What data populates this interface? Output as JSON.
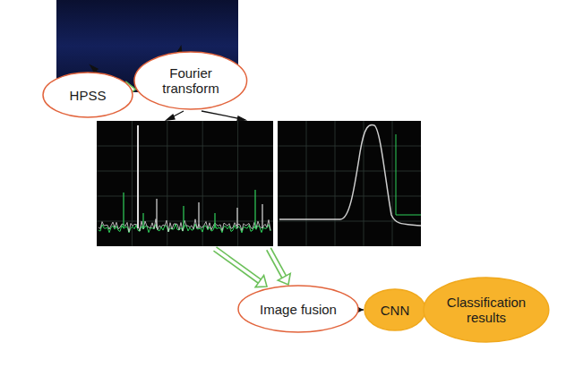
{
  "diagram": {
    "nodes": [
      {
        "text": [
          "HPSS"
        ]
      },
      {
        "text": [
          "Fourier transform"
        ]
      },
      {
        "text": [
          "Image fusion"
        ]
      },
      {
        "text": [
          "CNN"
        ]
      },
      {
        "text": [
          "Classification results"
        ]
      }
    ],
    "edges": [
      {
        "from": 0,
        "to": 1,
        "arrow": "to"
      },
      {
        "from": 2,
        "to": 3,
        "arrow": "to"
      },
      {
        "from": 3,
        "to": 4,
        "arrow": "to"
      }
    ]
  }
}
